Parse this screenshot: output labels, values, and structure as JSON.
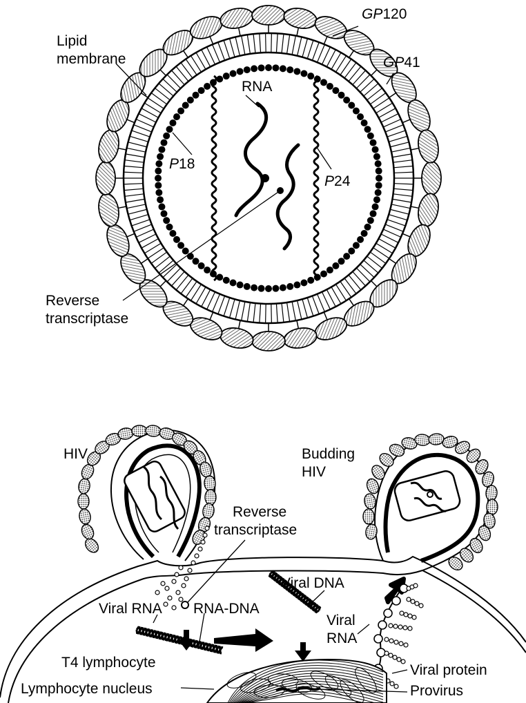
{
  "virion": {
    "labels": {
      "gp120_prefix": "GP",
      "gp120_suffix": "120",
      "gp41_prefix": "GP",
      "gp41_suffix": "41",
      "lipid_line1": "Lipid",
      "lipid_line2": "membrane",
      "rna": "RNA",
      "p18_prefix": "P",
      "p18_suffix": "18",
      "p24_prefix": "P",
      "p24_suffix": "24",
      "rt_line1": "Reverse",
      "rt_line2": "transcriptase"
    }
  },
  "lifecycle": {
    "labels": {
      "hiv": "HIV",
      "budding_line1": "Budding",
      "budding_line2": "HIV",
      "rt_line1": "Reverse",
      "rt_line2": "transcriptase",
      "viral_dna": "Viral DNA",
      "viral_rna_left": "Viral RNA",
      "rna_dna": "RNA-DNA",
      "viral_rna_right_line1": "Viral",
      "viral_rna_right_line2": "RNA",
      "t4_lymphocyte": "T4 lymphocyte",
      "viral_protein": "Viral protein",
      "lymphocyte_nucleus": "Lymphocyte nucleus",
      "provirus": "Provirus"
    }
  },
  "colors": {
    "ink": "#000000",
    "paper": "#ffffff",
    "hatch": "#555555"
  }
}
